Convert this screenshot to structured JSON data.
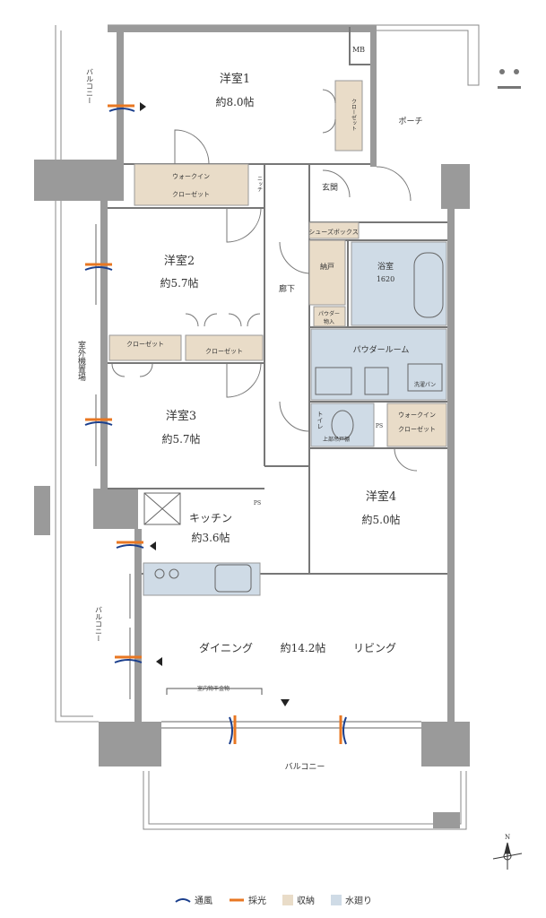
{
  "colors": {
    "storage": "#e9dcc8",
    "water": "#cfdbe6",
    "wall": "#9a9a9a",
    "ventilation": "#1a3e8c",
    "lighting": "#e87722"
  },
  "rooms": {
    "room1": {
      "name": "洋室1",
      "size": "約8.0帖"
    },
    "room2": {
      "name": "洋室2",
      "size": "約5.7帖"
    },
    "room3": {
      "name": "洋室3",
      "size": "約5.7帖"
    },
    "room4": {
      "name": "洋室4",
      "size": "約5.0帖"
    },
    "kitchen": {
      "name": "キッチン",
      "size": "約3.6帖"
    },
    "ldk": {
      "dining": "ダイニング",
      "size": "約14.2帖",
      "living": "リビング"
    }
  },
  "labels": {
    "balcony_top_left": "バルコニー",
    "balcony_left": "バルコニー",
    "balcony_bottom": "バルコニー",
    "outdoor_unit": "室外機置場",
    "mb": "MB",
    "porch": "ポーチ",
    "closet_room1": "クローゼット",
    "walkin_closet_1": "ウォークイン",
    "walkin_closet_2": "クローゼット",
    "niche": "ニッチ",
    "entrance": "玄関",
    "shoe_box": "シューズボックス",
    "storage_closet": "納戸",
    "bath": "浴室",
    "bath_size": "1620",
    "hallway": "廊下",
    "powder_storage_1": "パウダー",
    "powder_storage_2": "物入",
    "powder_room": "パウダールーム",
    "washing_pan": "洗濯パン",
    "closet_room2": "クローゼット",
    "closet_room3": "クローゼット",
    "toilet": "トイレ",
    "toilet_shelf": "上部吊戸棚",
    "ps1": "PS",
    "ps2": "PS",
    "walkin_room4_1": "ウォークイン",
    "walkin_room4_2": "クローゼット",
    "indoor_drying": "室内物干金物"
  },
  "compass": {
    "north": "N"
  },
  "legend": [
    {
      "label": "通風",
      "icon": "ventilation-icon"
    },
    {
      "label": "採光",
      "icon": "lighting-icon"
    },
    {
      "label": "収納",
      "swatch": "#e9dcc8"
    },
    {
      "label": "水廻り",
      "swatch": "#cfdbe6"
    }
  ]
}
